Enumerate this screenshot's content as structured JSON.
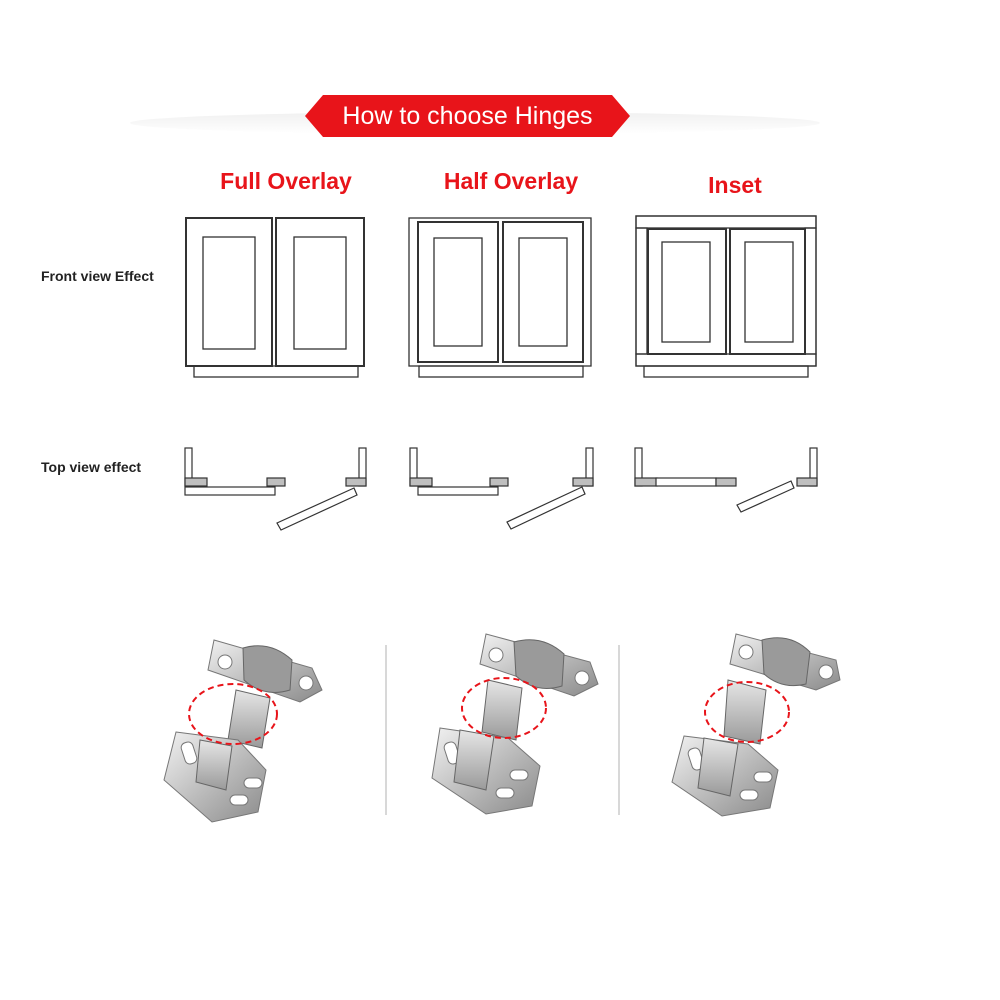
{
  "banner": {
    "text": "How to choose Hinges",
    "color": "#e8141a"
  },
  "columns": [
    {
      "title": "Full Overlay"
    },
    {
      "title": "Half Overlay"
    },
    {
      "title": "Inset"
    }
  ],
  "rows": {
    "front_view_label": "Front view Effect",
    "top_view_label": "Top view effect"
  },
  "hinges": [
    {
      "name": "full overlay hinge"
    },
    {
      "name": "half overlay hinge"
    },
    {
      "name": "inset hinge"
    }
  ],
  "colors": {
    "accent": "#e8141a",
    "line": "#333333",
    "block": "#bfbfbf"
  }
}
